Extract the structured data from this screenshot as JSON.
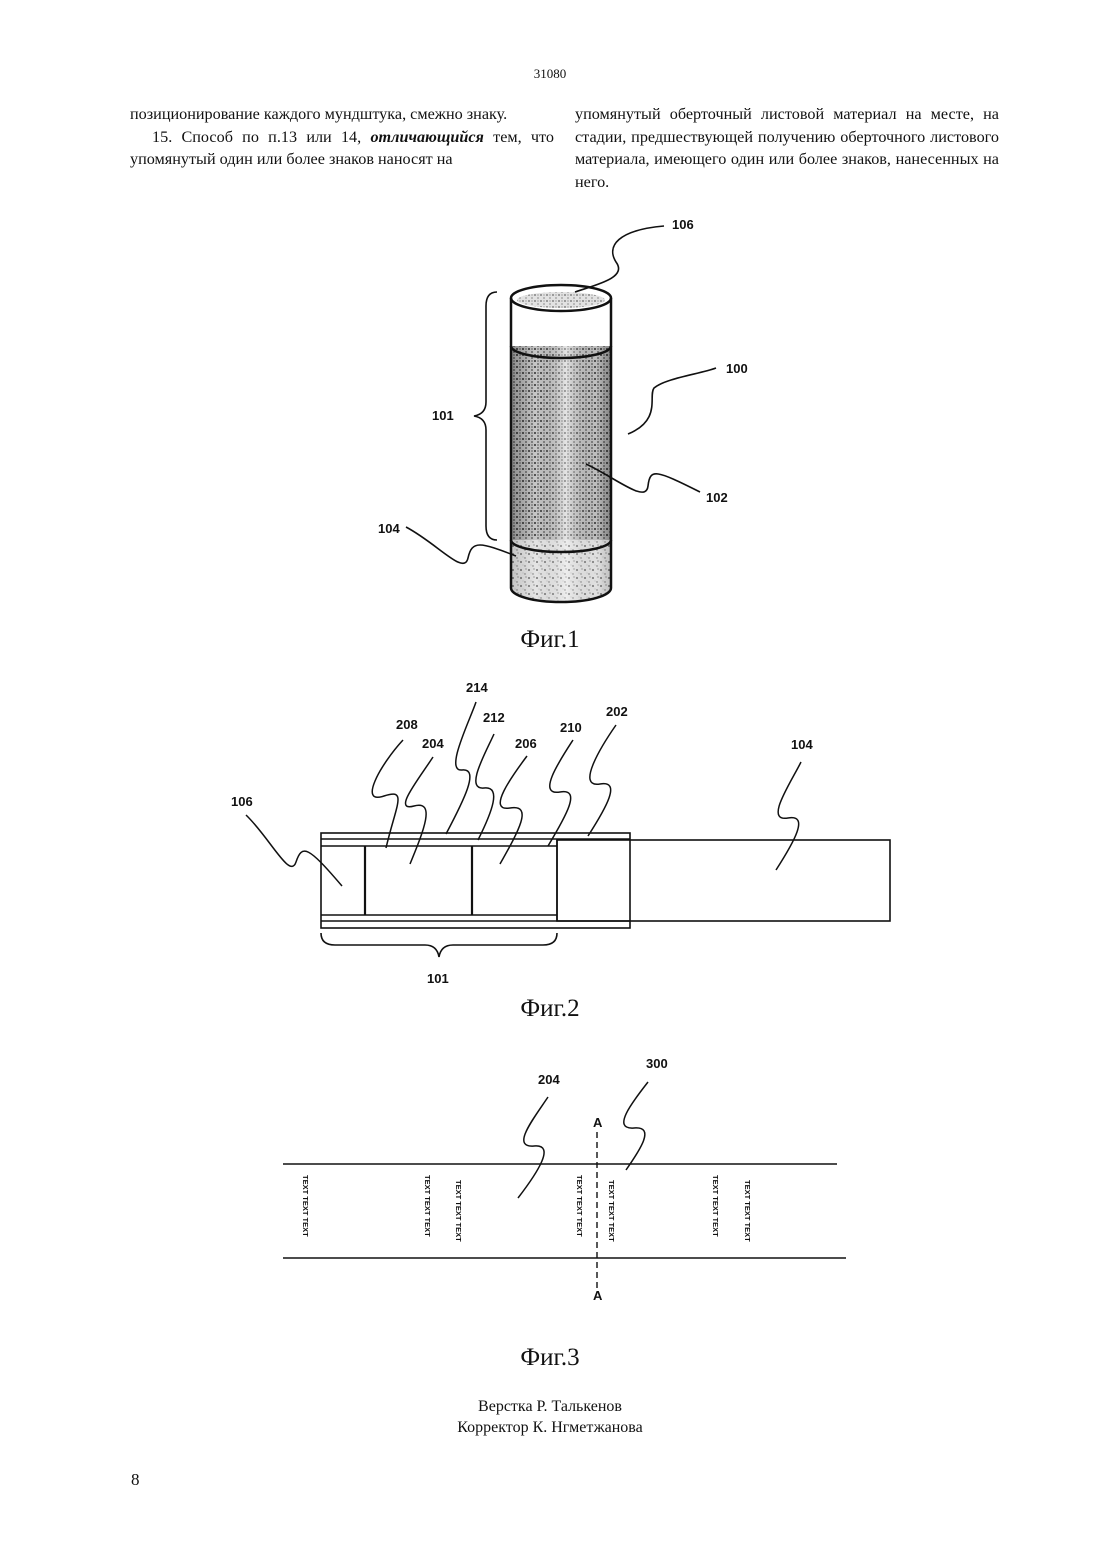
{
  "header": {
    "doc_number": "31080"
  },
  "body_text": {
    "left_p1": "позиционирование каждого мундштука, смежно знаку.",
    "left_p2_a": "15. Способ по п.13 или 14, ",
    "left_p2_kw": "отличающийся",
    "left_p2_b": " тем, что упомянутый один или более знаков наносят на",
    "right_p1": "упомянутый оберточный листовой материал на месте, на стадии, предшествующей получению оберточного листового материала, имеющего один или более знаков, нанесенных на него."
  },
  "figure1": {
    "caption": "Фиг.1",
    "labels": {
      "l106": "106",
      "l100": "100",
      "l101": "101",
      "l102": "102",
      "l104": "104"
    }
  },
  "figure2": {
    "caption": "Фиг.2",
    "labels": {
      "l214": "214",
      "l208": "208",
      "l212": "212",
      "l204": "204",
      "l206": "206",
      "l210": "210",
      "l202": "202",
      "l104": "104",
      "l106": "106",
      "l101": "101"
    }
  },
  "figure3": {
    "caption": "Фиг.3",
    "labels": {
      "l204": "204",
      "l300": "300",
      "a_top": "A",
      "a_bottom": "A"
    },
    "strip_text": "TEXT TEXT TEXT"
  },
  "credits": {
    "layout": "Верстка Р. Талькенов",
    "corrector": "Корректор К. Нгметжанова"
  },
  "footer": {
    "page_number": "8"
  }
}
